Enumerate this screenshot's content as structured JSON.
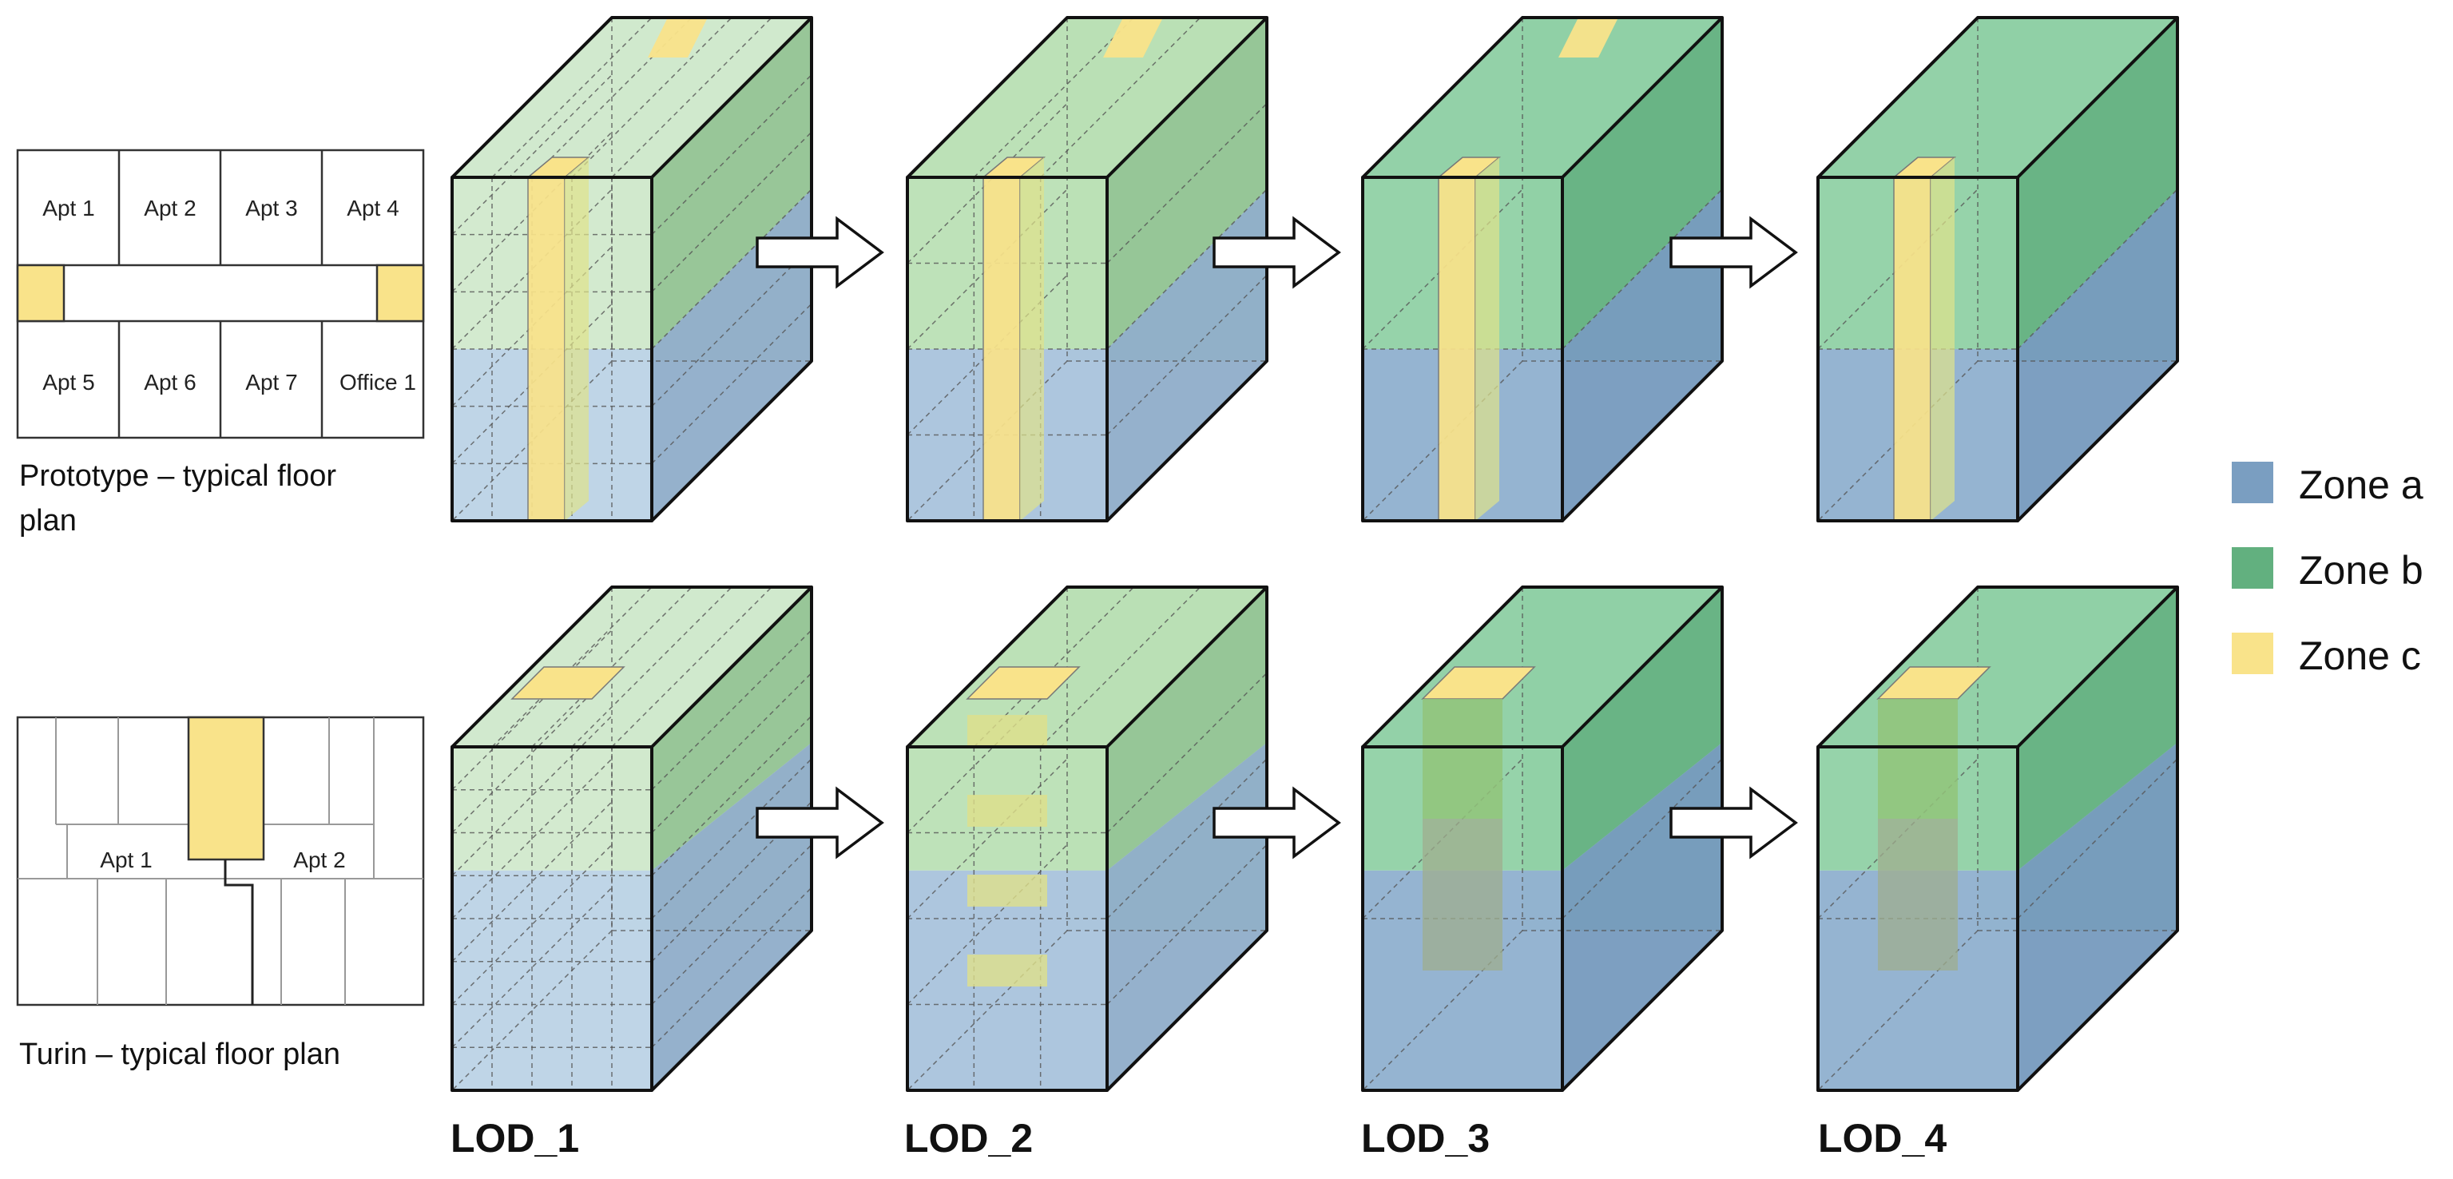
{
  "prototype_plan": {
    "caption_line1": "Prototype – typical floor",
    "caption_line2": "plan",
    "rooms_top": [
      "Apt 1",
      "Apt 2",
      "Apt 3",
      "Apt 4"
    ],
    "rooms_bottom": [
      "Apt 5",
      "Apt 6",
      "Apt 7",
      "Office 1"
    ]
  },
  "turin_plan": {
    "caption": "Turin – typical floor plan",
    "rooms": [
      "Apt 1",
      "Apt 2"
    ]
  },
  "lod_labels": [
    "LOD_1",
    "LOD_2",
    "LOD_3",
    "LOD_4"
  ],
  "legend": [
    {
      "label": "Zone a",
      "color": "#7a9ec1"
    },
    {
      "label": "Zone b",
      "color": "#62b07f"
    },
    {
      "label": "Zone c",
      "color": "#f9e38a"
    }
  ],
  "colors": {
    "zone_a": "#7a9ec1",
    "zone_b": "#62b07f",
    "zone_c": "#f9e38a",
    "zone_b_light": "#c8e6c2",
    "outline": "#111111"
  }
}
